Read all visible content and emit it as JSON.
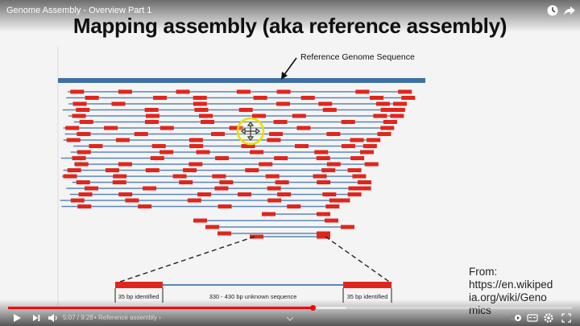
{
  "video": {
    "title": "Genome Assembly - Overview Part 1",
    "time_current": "5:07",
    "time_total": "9:28",
    "time_separator": " / ",
    "chapter": "• Reference assembly ›",
    "progress": 0.54,
    "buffered": 0.6
  },
  "slide": {
    "heading": "Mapping assembly (aka reference assembly)",
    "reference_label": "Reference Genome Sequence",
    "left_label": "35 bp identified",
    "middle_label": "330 - 430 bp unknown sequence",
    "right_label": "35 bp identified",
    "from_text": "From:\nhttps://en.wikiped\nia.org/wiki/Geno\nmics"
  },
  "colors": {
    "reference": "#3e6fa5",
    "read_line": "#5b86b8",
    "read_end": "#e0261c",
    "cursor_ring": "#e8e000",
    "progress": "#ff0000"
  },
  "icons": {
    "clock": "watch-later-icon",
    "share": "share-icon",
    "play": "play-icon",
    "next": "next-icon",
    "volume": "volume-icon",
    "settings": "gear-icon",
    "fullscreen": "fullscreen-icon"
  }
}
